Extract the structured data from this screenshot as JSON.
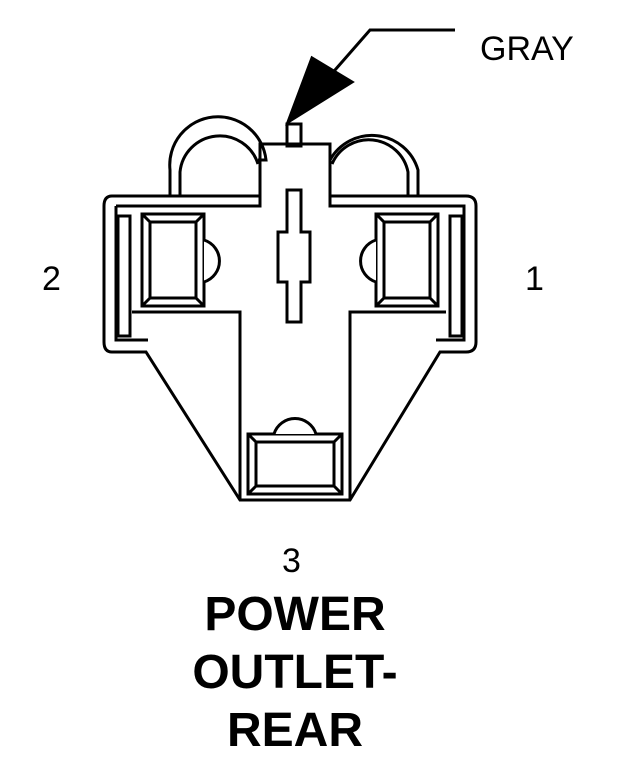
{
  "wire_label": "GRAY",
  "pins": {
    "pin1": "1",
    "pin2": "2",
    "pin3": "3"
  },
  "title_lines": [
    "POWER",
    "OUTLET-",
    "REAR"
  ]
}
